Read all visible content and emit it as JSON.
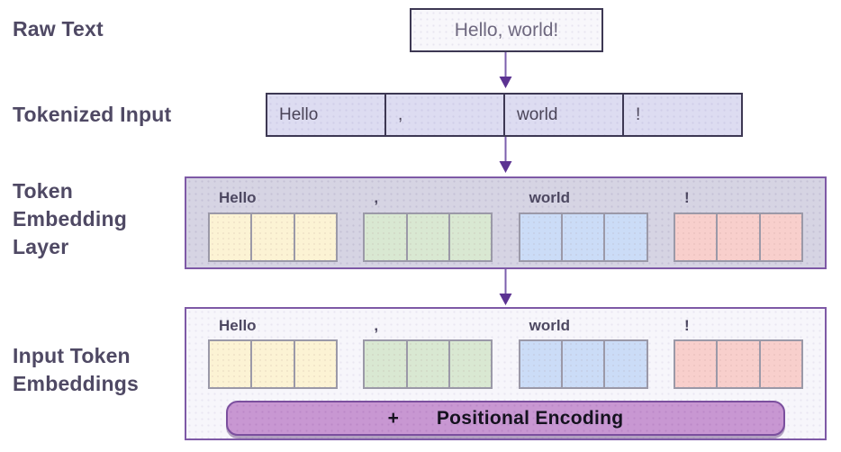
{
  "diagram": {
    "raw_text": {
      "label": "Raw Text",
      "value": "Hello, world!"
    },
    "tokenized": {
      "label": "Tokenized Input",
      "tokens": [
        "Hello",
        ",",
        "world",
        "!"
      ]
    },
    "embedding_layer": {
      "label": "Token Embedding Layer",
      "cells_per_token": 3,
      "groups": [
        {
          "token": "Hello",
          "color": "#fcf3d4"
        },
        {
          "token": ",",
          "color": "#d9e8d2"
        },
        {
          "token": "world",
          "color": "#cbdcf7"
        },
        {
          "token": "!",
          "color": "#f8cfcc"
        }
      ]
    },
    "input_embeddings": {
      "label": "Input Token Embeddings",
      "cells_per_token": 3,
      "groups": [
        {
          "token": "Hello",
          "color": "#fcf3d4"
        },
        {
          "token": ",",
          "color": "#d9e8d2"
        },
        {
          "token": "world",
          "color": "#cbdcf7"
        },
        {
          "token": "!",
          "color": "#f8cfcc"
        }
      ],
      "positional_encoding": {
        "plus": "+",
        "label": "Positional Encoding"
      }
    },
    "colors": {
      "label_text": "#4f4964",
      "dark_border": "#3d3853",
      "panel_border": "#7e59a6",
      "panel_embed_bg": "#d6d4e3",
      "panel_input_bg": "#f7f6fb",
      "token_row_bg": "#dddcf1",
      "cell_border": "#9b99a8",
      "arrow": "#5c3392",
      "positional_bar_bg": "#c897d2",
      "positional_bar_border": "#7b4f9e"
    }
  }
}
